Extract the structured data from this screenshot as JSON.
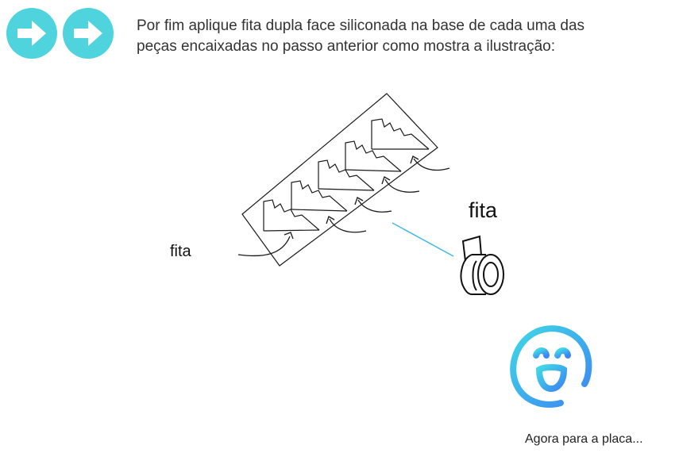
{
  "nav": {
    "buttons": [
      {
        "icon": "arrow-right-icon",
        "color": "#4fd3dc"
      },
      {
        "icon": "arrow-right-icon",
        "color": "#4fd3dc"
      }
    ]
  },
  "instruction": {
    "line1": "Por fim aplique fita dupla face siliconada na base de cada uma das",
    "line2": "peças encaixadas no passo anterior como mostra a ilustração:"
  },
  "illustration": {
    "label_left": "fita",
    "label_right": "fita",
    "leader_color": "#3fb8e8",
    "tape_icon": "tape-roll-icon"
  },
  "smiley": {
    "icon": "smiley-face-icon",
    "gradient": [
      "#40d8e6",
      "#3b86f2"
    ]
  },
  "footer": {
    "text": "Agora para a placa..."
  }
}
